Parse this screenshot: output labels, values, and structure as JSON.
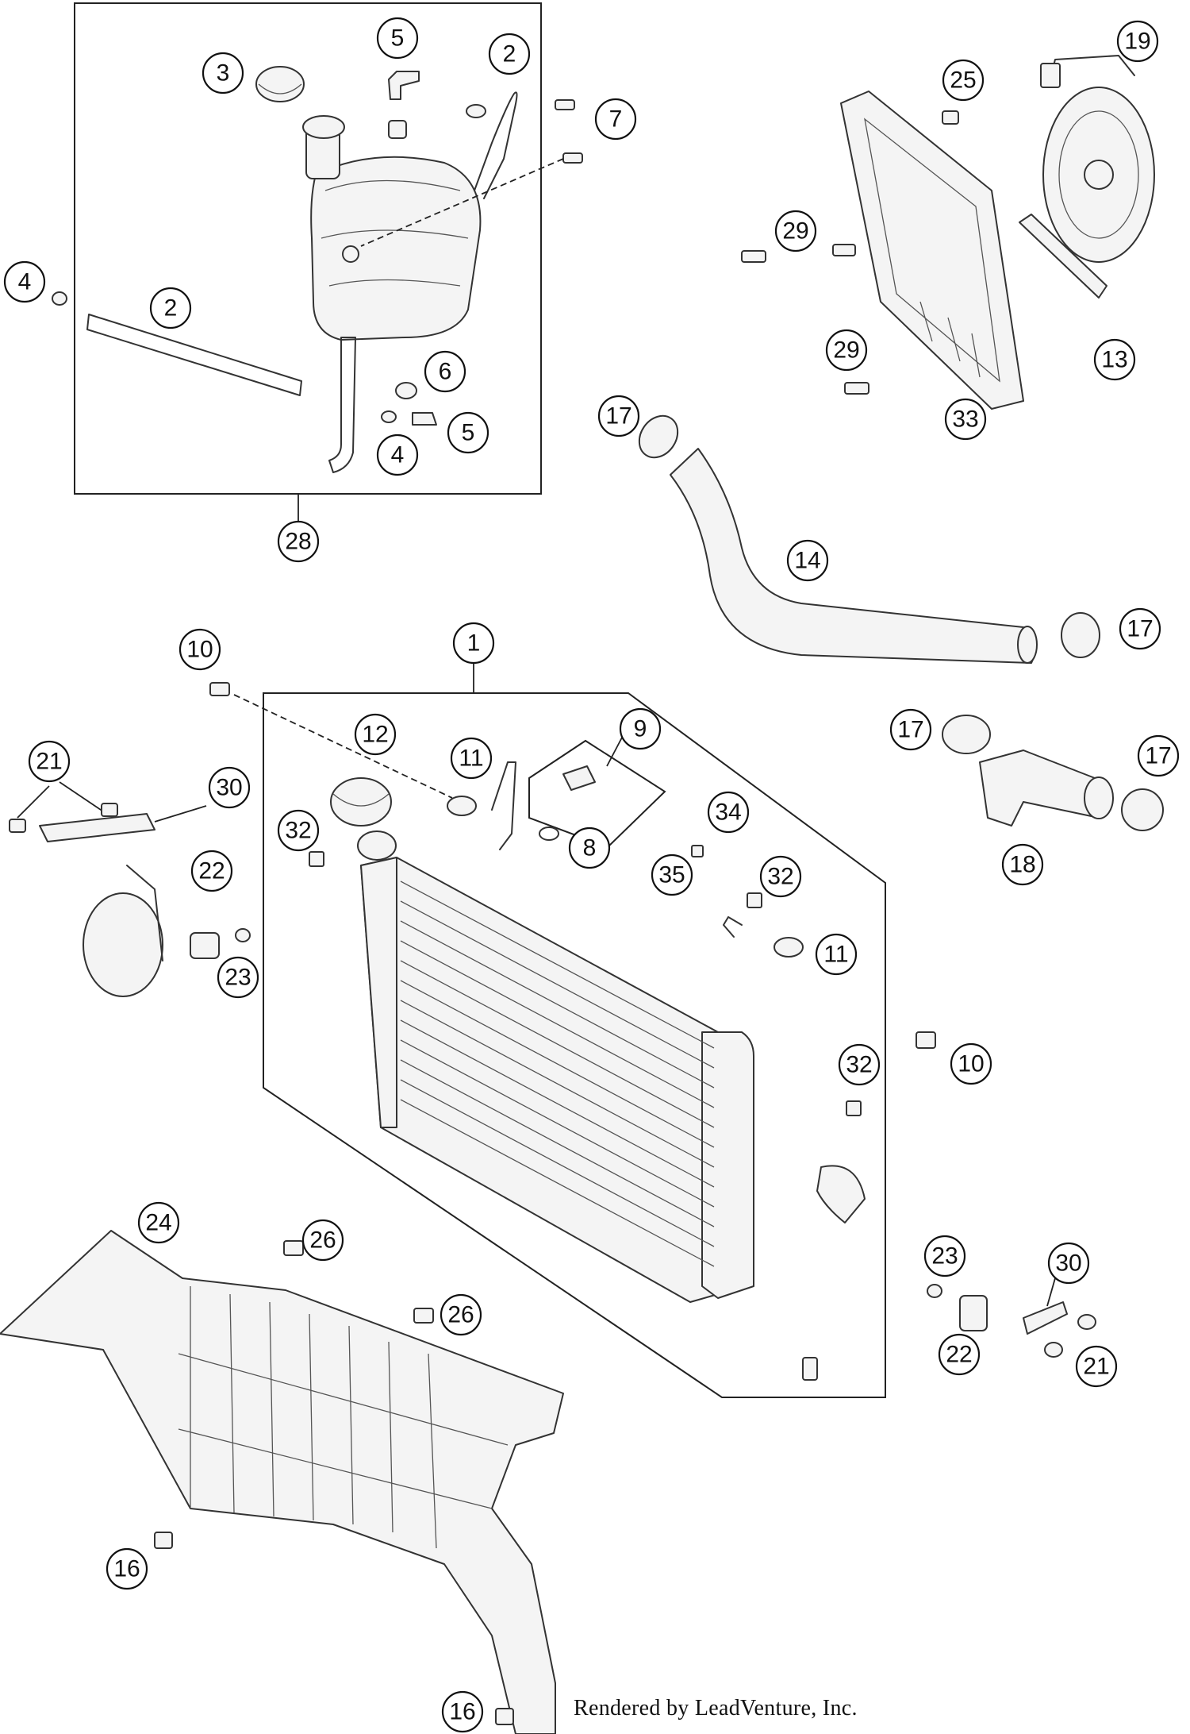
{
  "credit": "Rendered by LeadVenture, Inc.",
  "callouts": {
    "c1": "1",
    "c2a": "2",
    "c2b": "2",
    "c3": "3",
    "c4a": "4",
    "c4b": "4",
    "c5a": "5",
    "c5b": "5",
    "c6": "6",
    "c7": "7",
    "c8": "8",
    "c9": "9",
    "c10a": "10",
    "c10b": "10",
    "c11a": "11",
    "c11b": "11",
    "c12": "12",
    "c13": "13",
    "c14": "14",
    "c16a": "16",
    "c16b": "16",
    "c17a": "17",
    "c17b": "17",
    "c17c": "17",
    "c17d": "17",
    "c18": "18",
    "c19": "19",
    "c21a": "21",
    "c21b": "21",
    "c22a": "22",
    "c22b": "22",
    "c23a": "23",
    "c23b": "23",
    "c24": "24",
    "c25": "25",
    "c26a": "26",
    "c26b": "26",
    "c28": "28",
    "c29a": "29",
    "c29b": "29",
    "c30a": "30",
    "c30b": "30",
    "c32a": "32",
    "c32b": "32",
    "c32c": "32",
    "c33": "33",
    "c34": "34",
    "c35": "35"
  }
}
